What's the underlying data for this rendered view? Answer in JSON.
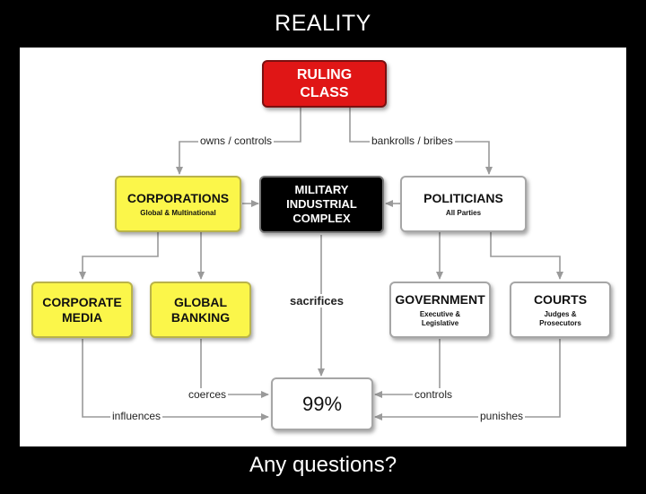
{
  "header": {
    "title": "REALITY"
  },
  "footer": {
    "text": "Any questions?"
  },
  "nodes": {
    "ruling_class": {
      "line1": "RULING",
      "line2": "CLASS"
    },
    "corporations": {
      "title": "CORPORATIONS",
      "subtitle": "Global & Multinational"
    },
    "military": {
      "line1": "MILITARY",
      "line2": "INDUSTRIAL",
      "line3": "COMPLEX"
    },
    "politicians": {
      "title": "POLITICIANS",
      "subtitle": "All Parties"
    },
    "corporate_media": {
      "line1": "CORPORATE",
      "line2": "MEDIA"
    },
    "global_banking": {
      "line1": "GLOBAL",
      "line2": "BANKING"
    },
    "government": {
      "title": "GOVERNMENT",
      "subtitle1": "Executive &",
      "subtitle2": "Legislative"
    },
    "courts": {
      "title": "COURTS",
      "subtitle1": "Judges &",
      "subtitle2": "Prosecutors"
    },
    "ninety_nine": {
      "label": "99%"
    }
  },
  "edges": {
    "owns_controls": "owns / controls",
    "bankrolls_bribes": "bankrolls / bribes",
    "sacrifices": "sacrifices",
    "coerces": "coerces",
    "controls": "controls",
    "influences": "influences",
    "punishes": "punishes"
  },
  "colors": {
    "yellow": "#fbf64a",
    "red": "#e01616",
    "black": "#000000",
    "arrow": "#9a9a9a"
  }
}
